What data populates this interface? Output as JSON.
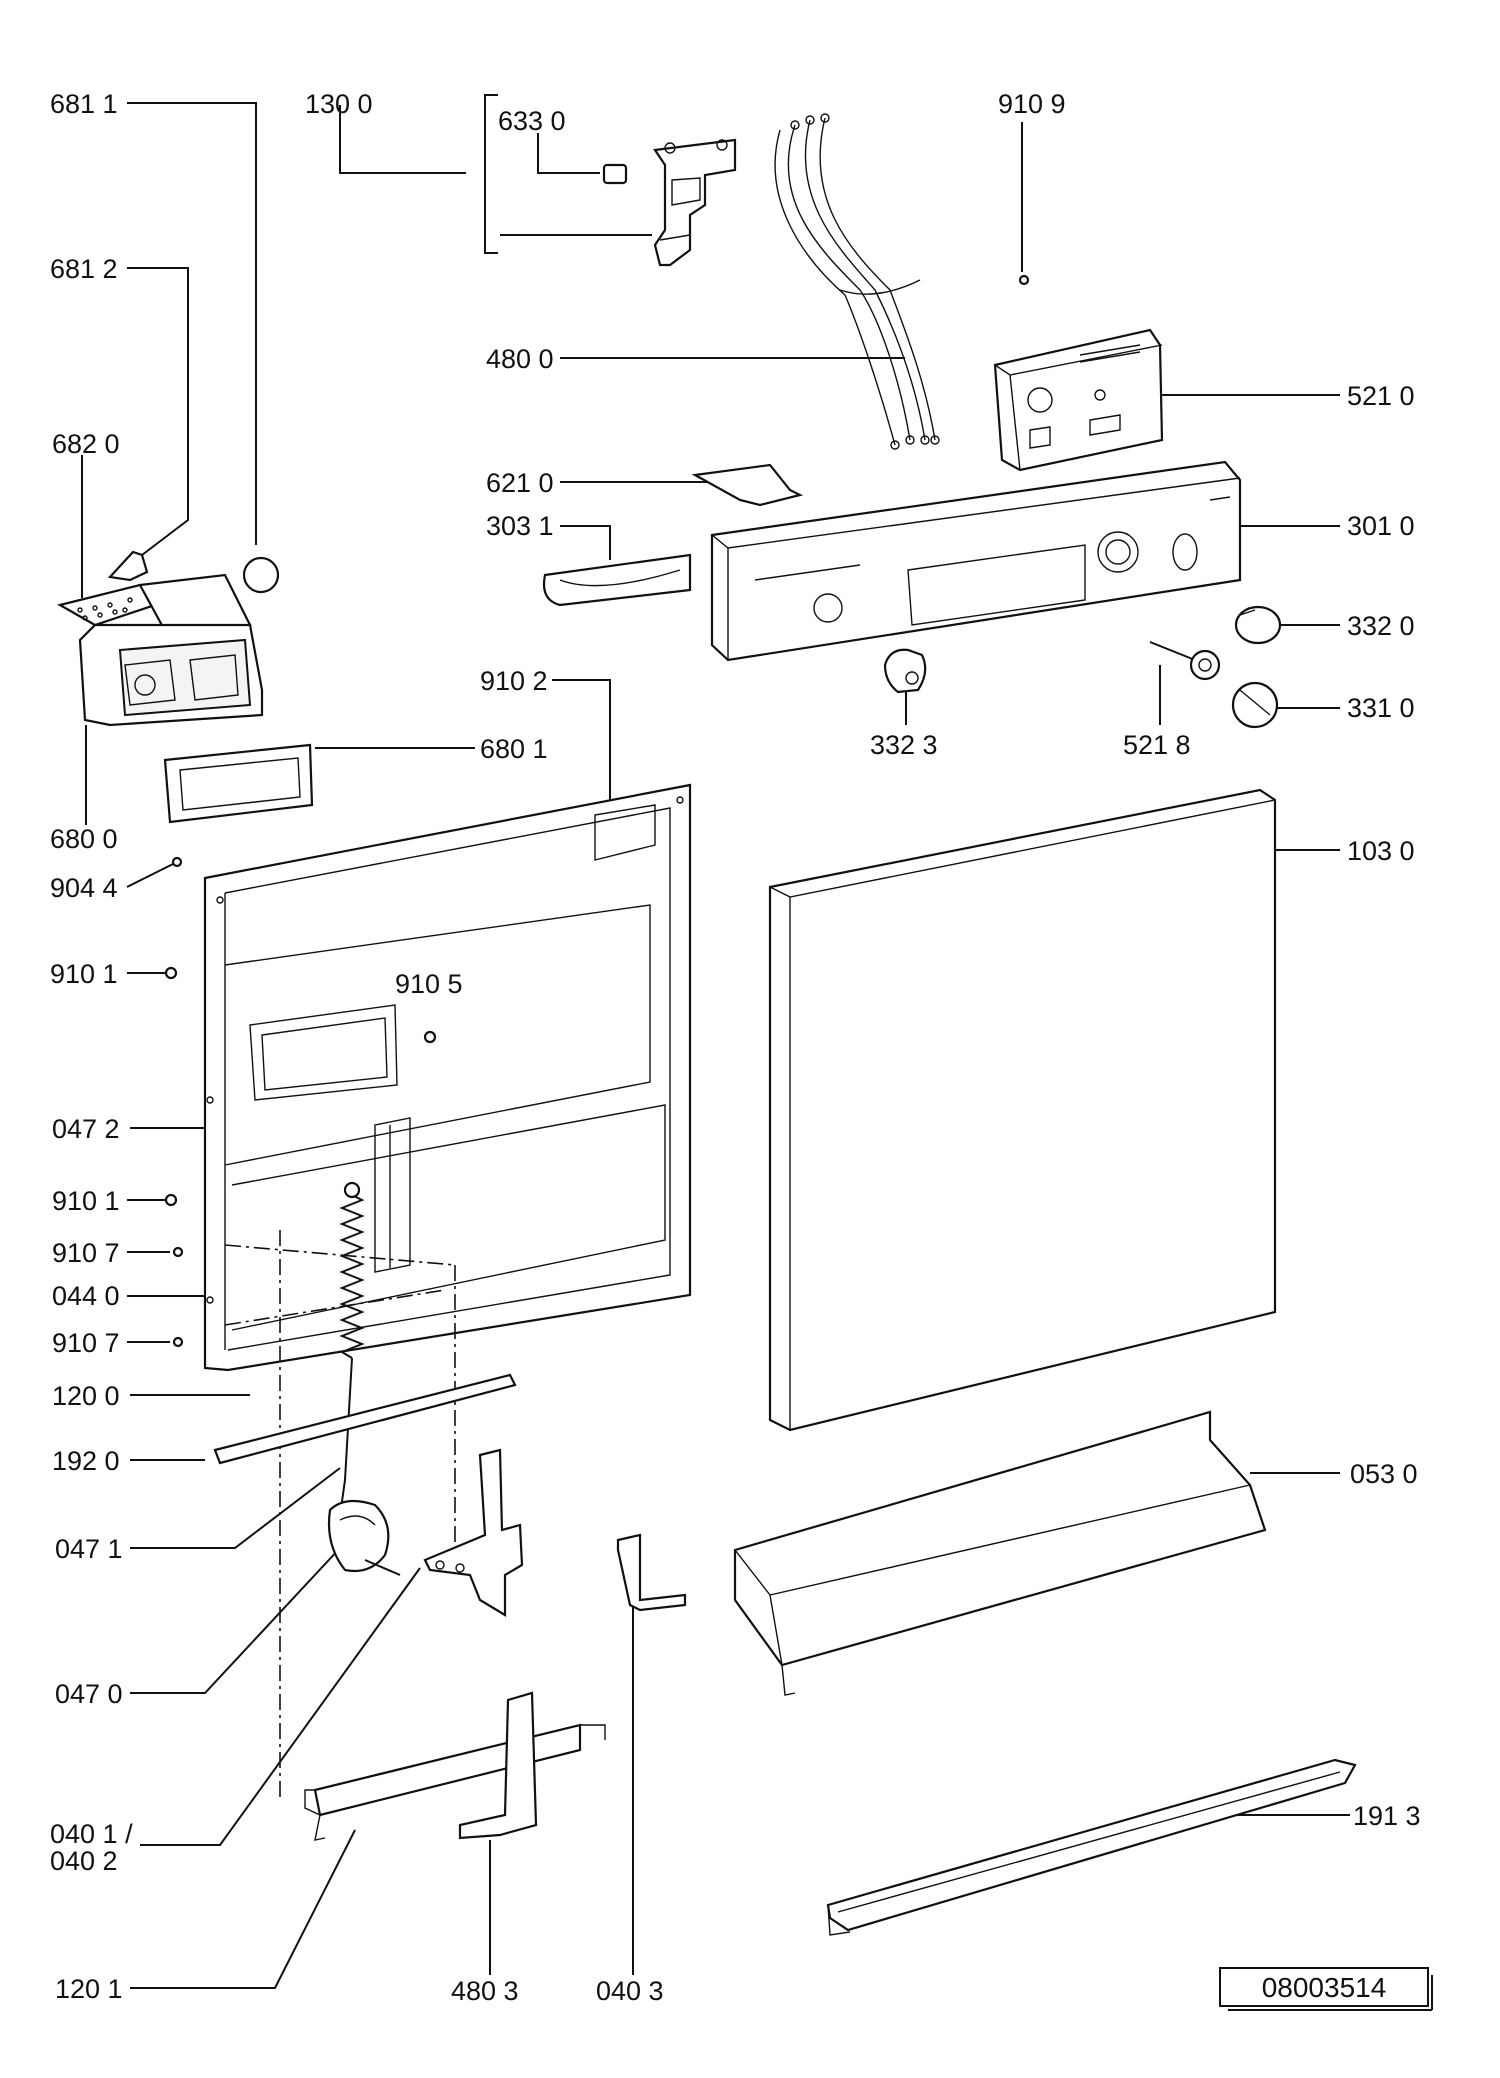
{
  "callouts": {
    "c6811": "681 1",
    "c1300": "130 0",
    "c6330": "633 0",
    "c9109": "910 9",
    "c6812": "681 2",
    "c4800": "480 0",
    "c5210": "521 0",
    "c6820": "682 0",
    "c6210": "621 0",
    "c3031": "303 1",
    "c3010": "301 0",
    "c3320": "332 0",
    "c9102": "910 2",
    "c3323": "332 3",
    "c5218": "521 8",
    "c3310": "331 0",
    "c6801": "680 1",
    "c6800": "680 0",
    "c1030": "103 0",
    "c9044": "904 4",
    "c9101a": "910 1",
    "c9105": "910 5",
    "c0472": "047 2",
    "c9101b": "910 1",
    "c9107a": "910 7",
    "c0440": "044 0",
    "c9107b": "910 7",
    "c1200": "120 0",
    "c1920": "192 0",
    "c0530": "053 0",
    "c0471": "047 1",
    "c0470": "047 0",
    "c0401": "040 1 /",
    "c0402": "040 2",
    "c1913": "191 3",
    "c1201": "120 1",
    "c4803": "480 3",
    "c0403": "040 3"
  },
  "drawing_number": "08003514"
}
